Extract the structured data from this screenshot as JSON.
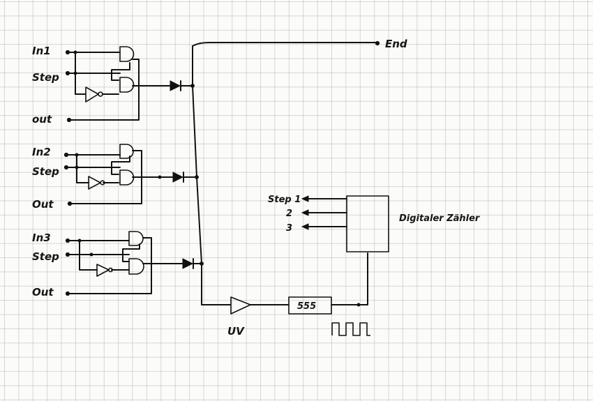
{
  "labels": {
    "in1": "In1",
    "step_a": "Step",
    "out_a": "out",
    "in2": "In2",
    "step_b": "Step",
    "out_b": "Out",
    "in3": "In3",
    "step_c": "Step",
    "out_c": "Out",
    "end": "End",
    "step1": "Step 1",
    "step2": "2",
    "step3": "3",
    "digital_box": "Digitaler Zähler",
    "timer": "555",
    "buffer": "UV"
  },
  "icons": {
    "and_gate": "and-gate-icon",
    "not_gate": "not-gate-icon",
    "diode": "diode-icon",
    "buffer": "buffer-amp-icon",
    "square_wave": "square-wave-icon",
    "arrow": "arrow-left-icon"
  },
  "colors": {
    "ink": "#111111",
    "paper": "#fbfbf9",
    "grid": "#b8b8b8"
  }
}
